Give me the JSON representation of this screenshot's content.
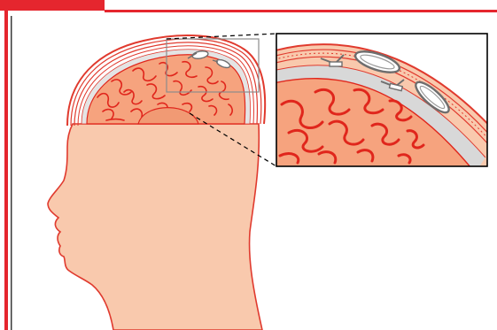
{
  "figure": {
    "caption_visible_fragment": "",
    "colors": {
      "frame": "#e5262e",
      "skin": "#f9c9ad",
      "skin_outline": "#e03a2e",
      "brain": "#f6a37e",
      "gyri": "#e0261c",
      "membrane": "#d8d8d8",
      "hardware": "#8a8a8a",
      "zoom_box": "#000000",
      "preview_box": "#999999"
    },
    "icons": [
      "head-profile",
      "exposed-brain",
      "implanted-device",
      "magnified-inset"
    ]
  }
}
